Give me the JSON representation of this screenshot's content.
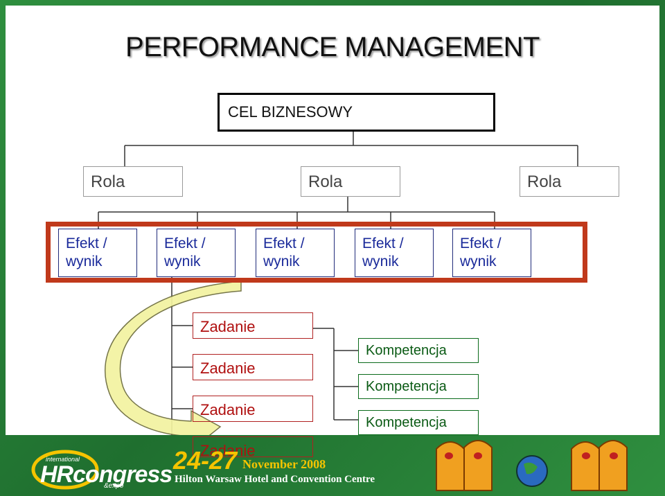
{
  "title": "PERFORMANCE MANAGEMENT",
  "goal": "CEL BIZNESOWY",
  "roles": [
    "Rola",
    "Rola",
    "Rola"
  ],
  "effects": [
    "Efekt /\nwynik",
    "Efekt /\nwynik",
    "Efekt /\nwynik",
    "Efekt /\nwynik",
    "Efekt /\nwynik"
  ],
  "tasks": [
    "Zadanie",
    "Zadanie",
    "Zadanie",
    "Zadanie"
  ],
  "competences": [
    "Kompetencja",
    "Kompetencja",
    "Kompetencja"
  ],
  "footer": {
    "intl": "international",
    "brand": "HRcongress",
    "expo": "&expo",
    "dates": "24-27",
    "month": "November 2008",
    "venue": "Hilton Warsaw Hotel and Convention Centre"
  },
  "colors": {
    "frame": "#c0391b",
    "effect_text": "#1a2a9a",
    "task_text": "#b01010",
    "competence_text": "#0a5a14",
    "arrow_fill": "#f3f3a0"
  }
}
